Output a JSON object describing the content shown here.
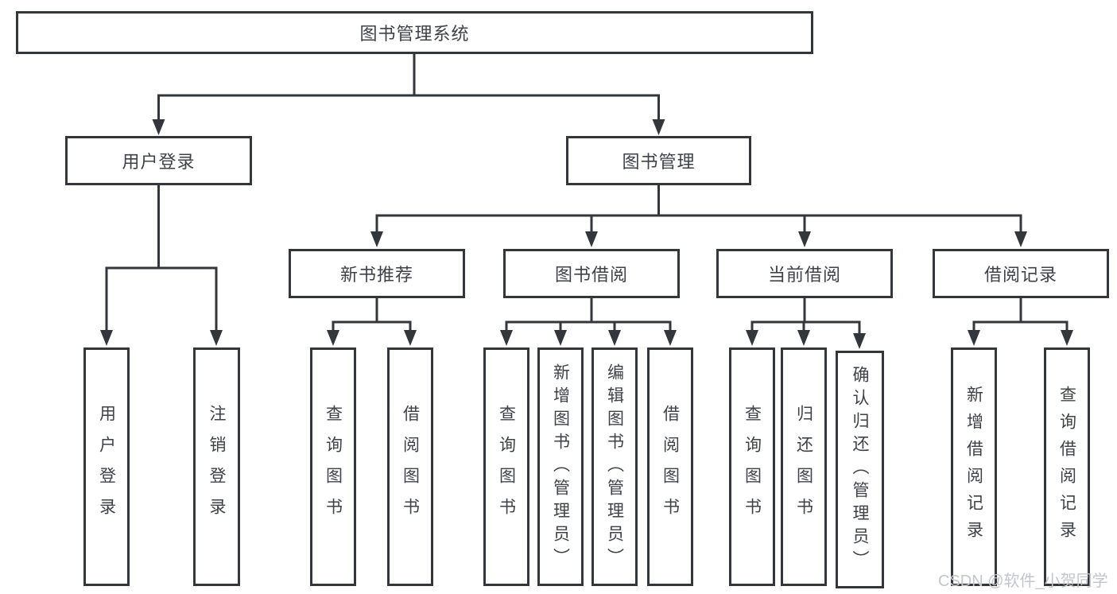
{
  "diagram": {
    "root": {
      "label": "图书管理系统"
    },
    "branches": [
      {
        "label": "用户登录",
        "children": [
          "用户登录",
          "注销登录"
        ]
      },
      {
        "label": "图书管理",
        "groups": [
          {
            "label": "新书推荐",
            "children": [
              "查询图书",
              "借阅图书"
            ]
          },
          {
            "label": "图书借阅",
            "children": [
              "查询图书",
              "新增图书（管理员）",
              "编辑图书（管理员）",
              "借阅图书"
            ]
          },
          {
            "label": "当前借阅",
            "children": [
              "查询图书",
              "归还图书",
              "确认归还（管理员）"
            ]
          },
          {
            "label": "借阅记录",
            "children": [
              "新增借阅记录",
              "查询借阅记录"
            ]
          }
        ]
      }
    ]
  },
  "watermark": {
    "text": "CSDN @软件_小贺同学"
  },
  "colors": {
    "line": "#33363b",
    "text": "#3e4248",
    "background": "#ffffff",
    "watermark": "#c2c6cc"
  }
}
